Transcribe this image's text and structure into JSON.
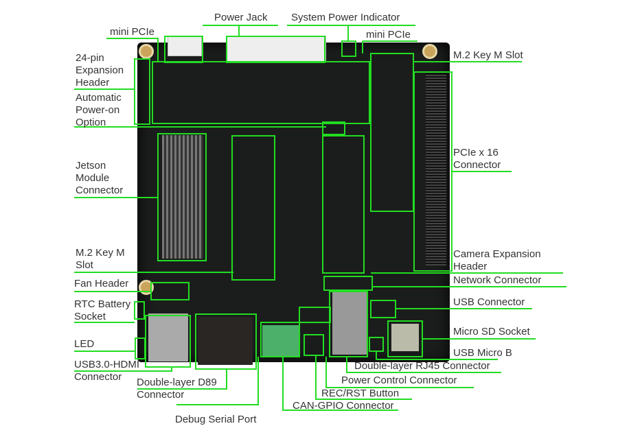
{
  "title": "Carrier board interface diagram",
  "colors": {
    "callout": "#22dd22",
    "board": "#1b1d1c",
    "text": "#333333"
  },
  "labels": {
    "power_jack": "Power Jack",
    "system_power_indicator": "System Power Indicator",
    "mini_pcie_left": "mini PCIe",
    "mini_pcie_right": "mini PCIe",
    "m2_key_m_right": "M.2 Key M Slot",
    "expansion_header": [
      "24-pin",
      "Expansion",
      "Header"
    ],
    "auto_power_on": [
      "Automatic",
      "Power-on",
      "Option"
    ],
    "jetson_module": [
      "Jetson",
      "Module",
      "Connector"
    ],
    "pcie_x16": [
      "PCIe x 16",
      "Connector"
    ],
    "m2_key_m_left": [
      "M.2 Key M",
      "Slot"
    ],
    "camera_header": [
      "Camera Expansion",
      "Header"
    ],
    "fan_header": "Fan Header",
    "network_connector": "Network Connector",
    "rtc_battery": [
      "RTC Battery",
      "Socket"
    ],
    "usb_connector": "USB Connector",
    "micro_sd": "Micro SD Socket",
    "led": "LED",
    "usb_micro_b": "USB Micro B",
    "usb3_hdmi": [
      "USB3.0-HDMI",
      "Connector"
    ],
    "rj45": "Double-layer RJ45 Connector",
    "d89": [
      "Double-layer D89",
      "Connector"
    ],
    "power_control": "Power Control Connector",
    "rec_rst": "REC/RST Button",
    "can_gpio": "CAN-GPIO Connector",
    "debug_serial": "Debug Serial Port"
  }
}
